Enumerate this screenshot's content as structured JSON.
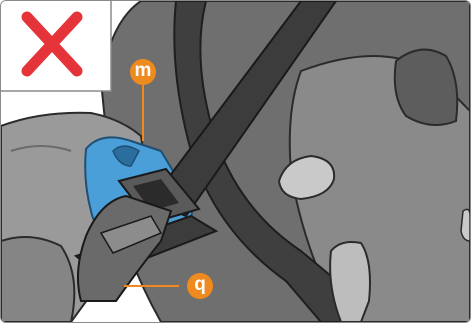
{
  "callouts": [
    {
      "id": "m",
      "label": "m"
    },
    {
      "id": "q",
      "label": "q"
    }
  ],
  "warning_mark": {
    "icon": "cross-icon",
    "meaning": "incorrect"
  },
  "colors": {
    "accent_orange": "#ef8a1f",
    "cross_red": "#e5333a",
    "clip_blue": "#4a9fd8",
    "belt_dark": "#3c3c3c",
    "seat_gray": "#7e7e7e"
  }
}
